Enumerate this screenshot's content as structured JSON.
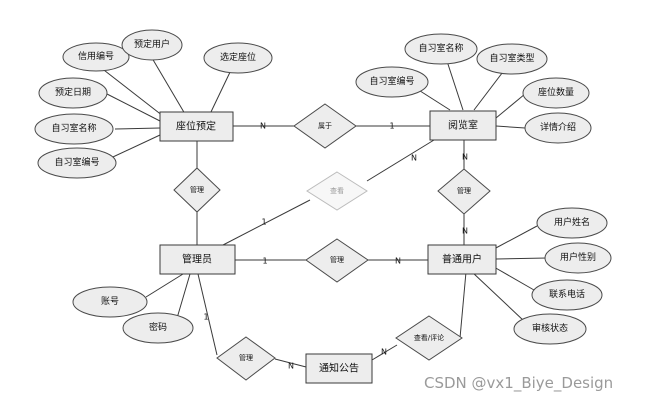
{
  "entities": {
    "seat_booking": "座位预定",
    "reading_room": "阅览室",
    "admin": "管理员",
    "user": "普通用户",
    "notice": "通知公告"
  },
  "attributes": {
    "seat_booking": [
      "信用编号",
      "预定用户",
      "选定座位",
      "预定日期",
      "自习室名称",
      "自习室编号"
    ],
    "reading_room": [
      "自习室名称",
      "自习室类型",
      "自习室编号",
      "座位数量",
      "详情介绍"
    ],
    "admin": [
      "账号",
      "密码"
    ],
    "user": [
      "用户姓名",
      "用户性别",
      "联系电话",
      "审核状态"
    ]
  },
  "relationships": {
    "belongs": "属于",
    "manage_booking": "管理",
    "manage_room": "管理",
    "manage_user": "管理",
    "view": "查看",
    "manage_notice": "管理",
    "view_comment": "查看/评论"
  },
  "cardinality": {
    "n": "N",
    "one": "1"
  },
  "watermark": "CSDN @vx1_Biye_Design"
}
